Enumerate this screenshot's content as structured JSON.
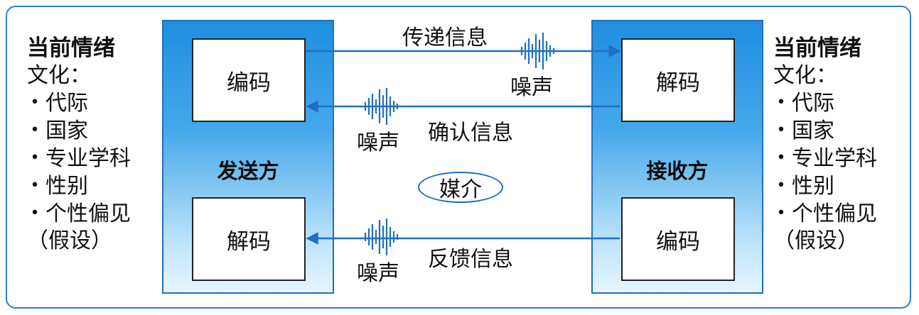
{
  "left_panel": {
    "title": "当前情绪",
    "culture_label": "文化：",
    "items": [
      "代际",
      "国家",
      "专业学科",
      "性别",
      "个性偏见"
    ],
    "note": "（假设）",
    "bullet": "•"
  },
  "right_panel": {
    "title": "当前情绪",
    "culture_label": "文化：",
    "items": [
      "代际",
      "国家",
      "专业学科",
      "性别",
      "个性偏见"
    ],
    "note": "（假设）",
    "bullet": "•"
  },
  "sender": {
    "label": "发送方",
    "top_box": "编码",
    "bottom_box": "解码"
  },
  "receiver": {
    "label": "接收方",
    "top_box": "解码",
    "bottom_box": "编码"
  },
  "flows": {
    "transmit": "传递信息",
    "confirm": "确认信息",
    "feedback": "反馈信息"
  },
  "noise_label": "噪声",
  "medium": "媒介",
  "colors": {
    "frame": "#2f7fd0",
    "arrow": "#1f6fc4",
    "panel_top": "#1f8ee0",
    "panel_bottom": "#e6f6ff",
    "noise": "#1f6fc4"
  },
  "icons": [
    "noise-waveform-icon",
    "arrow-right-icon",
    "arrow-left-icon"
  ]
}
